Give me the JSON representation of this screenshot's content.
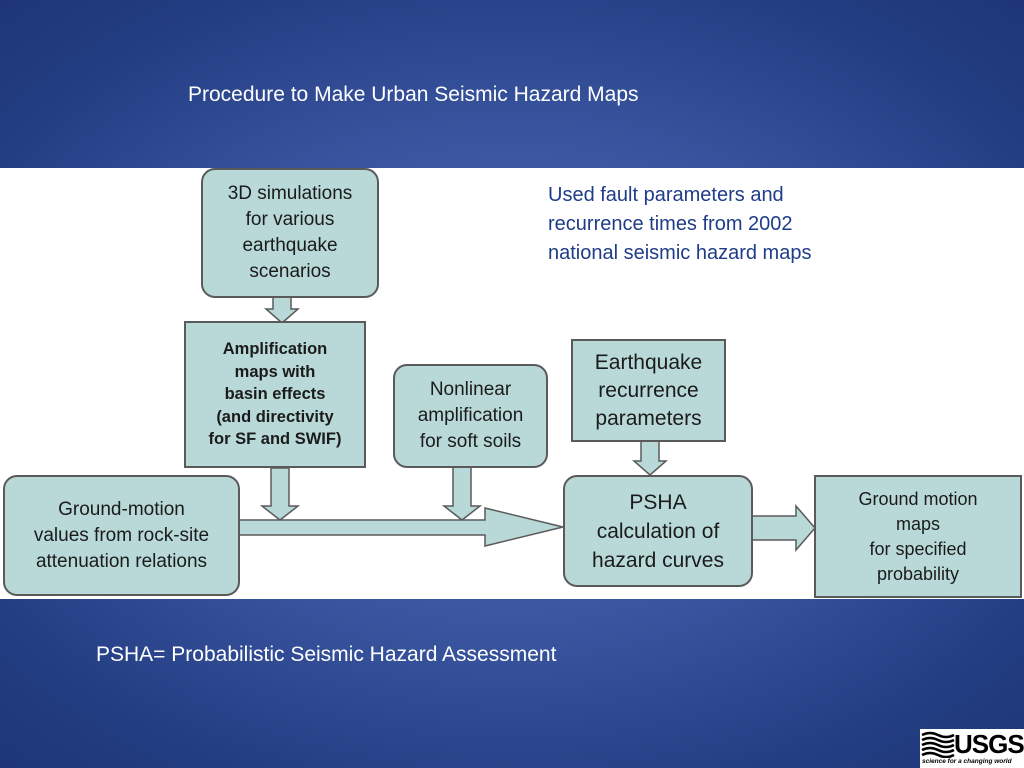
{
  "title": "Procedure to Make Urban Seismic Hazard Maps",
  "note": {
    "lines": [
      "Used fault parameters and",
      "recurrence times from 2002",
      "national seismic hazard maps"
    ]
  },
  "boxes": {
    "sim": [
      "3D simulations",
      "for various",
      "earthquake",
      "scenarios"
    ],
    "amp": [
      "Amplification",
      "maps with",
      "basin effects",
      "(and directivity",
      "for SF and SWIF)"
    ],
    "nonlinear": [
      "Nonlinear",
      "amplification",
      "for soft soils"
    ],
    "recurrence": [
      "Earthquake",
      "recurrence",
      "parameters"
    ],
    "ground": [
      "Ground-motion",
      "values from rock-site",
      "attenuation relations"
    ],
    "psha": [
      "PSHA",
      "calculation of",
      "hazard curves"
    ],
    "maps": [
      "Ground motion",
      "maps",
      "for specified",
      "probability"
    ]
  },
  "footer": "PSHA= Probabilistic Seismic Hazard Assessment",
  "logo": {
    "word": "USGS",
    "tagline": "science for a changing world"
  },
  "colors": {
    "box_fill": "#b8d9d8",
    "box_border": "#5a5a5a",
    "note_text": "#1f3c88",
    "background": "#2e4a94"
  }
}
